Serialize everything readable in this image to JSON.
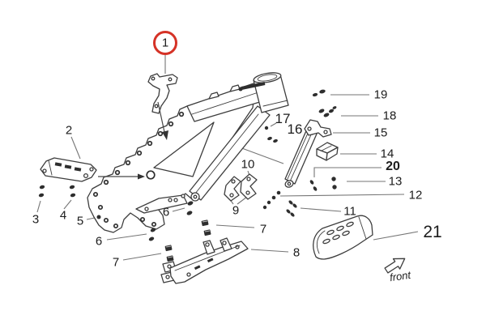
{
  "figure": {
    "type": "exploded-parts-diagram",
    "subject": "motorcycle frame assembly with numbered callouts",
    "highlighted_callout": "1"
  },
  "labels": {
    "n1": "1",
    "n2": "2",
    "n3": "3",
    "n4": "4",
    "n5": "5",
    "n6": "6",
    "n7": "7",
    "n8": "8",
    "n9": "9",
    "n10": "10",
    "n11": "11",
    "n12": "12",
    "n13": "13",
    "n14": "14",
    "n15": "15",
    "n16": "16",
    "n17": "17",
    "n18": "18",
    "n19": "19",
    "n20": "20",
    "n21": "21",
    "front": "front"
  },
  "colors": {
    "background": "#ffffff",
    "line": "#3d3d3d",
    "leader": "#757575",
    "dark_fill": "#2e2e2e",
    "highlight_red": "#d53226",
    "label_text": "#1c1c1c"
  }
}
